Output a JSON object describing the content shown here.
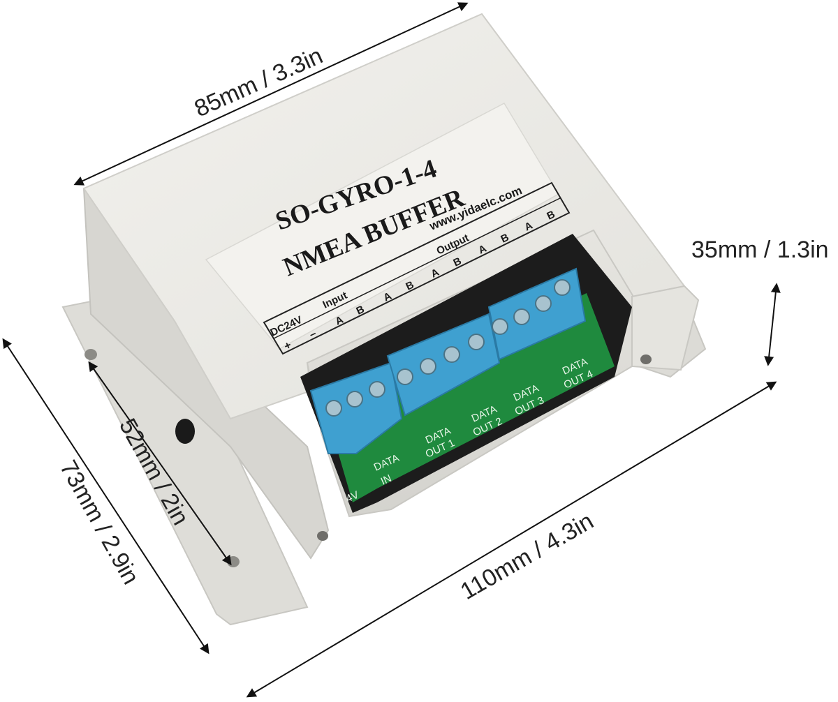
{
  "dimensions": {
    "top": "85mm / 3.3in",
    "right": "35mm / 1.3in",
    "inner_left": "52mm / 2in",
    "outer_left": "73mm / 2.9in",
    "bottom": "110mm / 4.3in"
  },
  "label": {
    "model": "SO-GYRO-1-4",
    "name": "NMEA BUFFER",
    "website": "www.yidaelc.com",
    "power": "DC24V",
    "plus": "+",
    "minus": "–",
    "input": "Input",
    "output": "Output",
    "a": "A",
    "b": "B"
  },
  "pcb": {
    "data": "DATA",
    "in": "IN",
    "out1": "OUT 1",
    "out2": "OUT 2",
    "out3": "OUT 3",
    "out4": "OUT 4",
    "v24": "4V"
  },
  "colors": {
    "enclosure": "#ecebe7",
    "terminal": "#3fa0d0",
    "pcb": "#1f8a3e"
  }
}
